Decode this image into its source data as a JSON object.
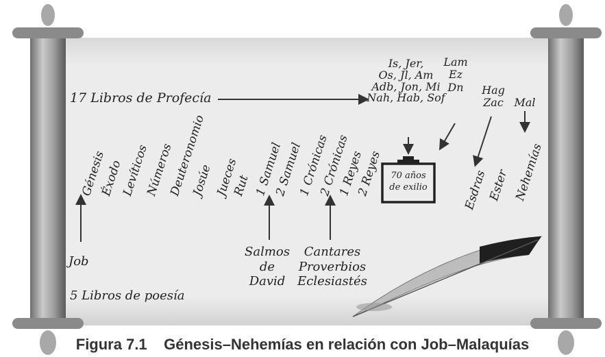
{
  "caption": "Figura 7.1    Génesis–Nehemías en relación con Job–Malaquías",
  "prophecy_label": "17 Libros de Profecía",
  "poetry_label": "5 Libros de poesía",
  "exile_box": {
    "line1": "70 años",
    "line2": "de exilio"
  },
  "history_books": [
    "Génesis",
    "Éxodo",
    "Levíticos",
    "Números",
    "Deuteronomio",
    "Josúe",
    "Jueces",
    "Rut",
    "1 Samuel",
    "2 Samuel",
    "1 Crónicas",
    "2 Crónicas",
    "1 Reyes",
    "2 Reyes",
    "Esdras",
    "Ester",
    "Nehemías"
  ],
  "poetry_books": {
    "job": "Job",
    "psalms": [
      "Salmos",
      "de",
      "David"
    ],
    "solomon": [
      "Cantares",
      "Proverbios",
      "Eclesiastés"
    ]
  },
  "prophets": {
    "pre_exile": [
      "Is, Jer,",
      "Os, Jl, Am",
      "Adb, Jon, Mi",
      "Nah, Hab, Sof"
    ],
    "exile": [
      "Lam",
      "Ez",
      "Dn"
    ],
    "post_exile_a": [
      "Hag",
      "Zac"
    ],
    "post_exile_b": [
      "Mal"
    ]
  },
  "colors": {
    "scroll": "#e8e8e8",
    "roller": "#9a9a9a",
    "ink": "#222222"
  }
}
